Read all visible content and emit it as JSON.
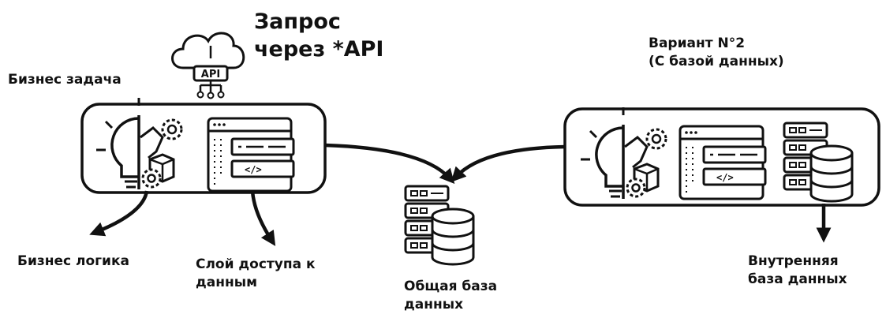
{
  "labels": {
    "api_request": [
      "Запрос",
      "через *API"
    ],
    "business_task": "Бизнес задача",
    "variant2": [
      "Вариант N°2",
      "(С базой данных)"
    ],
    "business_logic": "Бизнес логика",
    "data_access": [
      "Слой доступа к",
      "данным"
    ],
    "shared_db": [
      "Общая база",
      "данных"
    ],
    "internal_db": [
      "Внутренняя",
      "база данных"
    ],
    "api_badge": "API",
    "code_tag": "</>"
  },
  "icons": {
    "api_cloud": "cloud-api-icon",
    "logic": "lightbulb-gears-icon",
    "data_access": "code-window-icon",
    "server": "server-database-icon",
    "arrow": "arrow-icon"
  },
  "colors": {
    "ink": "#111111",
    "background": "#ffffff"
  }
}
